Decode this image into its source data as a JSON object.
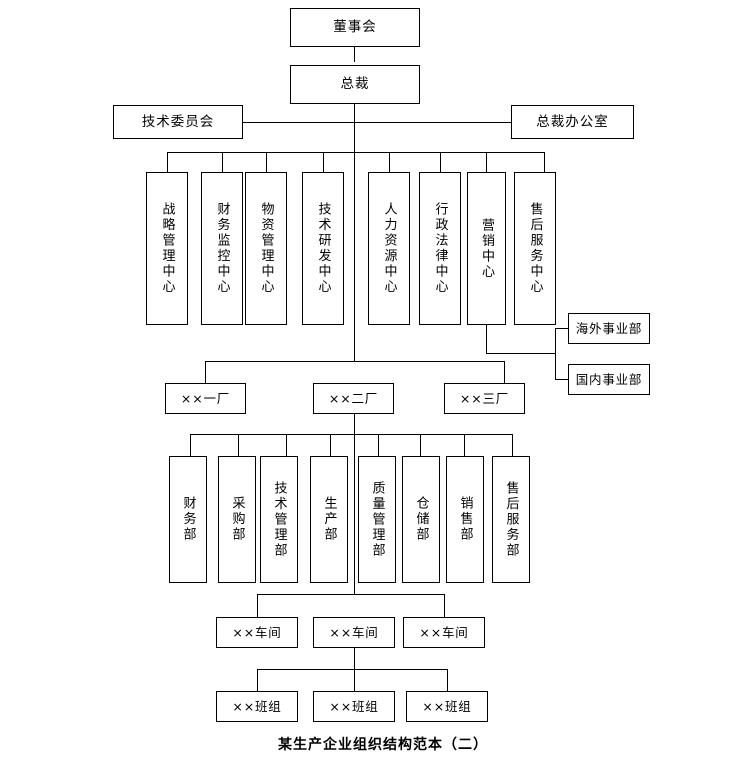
{
  "diagram": {
    "title": "某生产企业组织结构范本（二）",
    "type": "org-chart",
    "line_color": "#000000",
    "box_fill": "#ffffff",
    "levels": {
      "board": {
        "label": "董事会"
      },
      "president": {
        "label": "总裁"
      },
      "staff_left": {
        "label": "技术委员会"
      },
      "staff_right": {
        "label": "总裁办公室"
      },
      "centers_left": [
        {
          "label": "战略管理中心"
        },
        {
          "label": "财务监控中心"
        },
        {
          "label": "物资管理中心"
        },
        {
          "label": "技术研发中心"
        }
      ],
      "centers_right": [
        {
          "label": "人力资源中心"
        },
        {
          "label": "行政法律中心"
        },
        {
          "label": "营销中心"
        },
        {
          "label": "售后服务中心"
        }
      ],
      "divisions": [
        {
          "label": "海外事业部"
        },
        {
          "label": "国内事业部"
        }
      ],
      "factories": [
        {
          "label": "××一厂"
        },
        {
          "label": "××二厂"
        },
        {
          "label": "××三厂"
        }
      ],
      "departments": [
        {
          "label": "财务部"
        },
        {
          "label": "采购部"
        },
        {
          "label": "技术管理部"
        },
        {
          "label": "生产部"
        },
        {
          "label": "质量管理部"
        },
        {
          "label": "仓储部"
        },
        {
          "label": "销售部"
        },
        {
          "label": "售后服务部"
        }
      ],
      "workshops": [
        {
          "label": "××车间"
        },
        {
          "label": "××车间"
        },
        {
          "label": "××车间"
        }
      ],
      "teams": [
        {
          "label": "××班组"
        },
        {
          "label": "××班组"
        },
        {
          "label": "××班组"
        }
      ]
    }
  }
}
